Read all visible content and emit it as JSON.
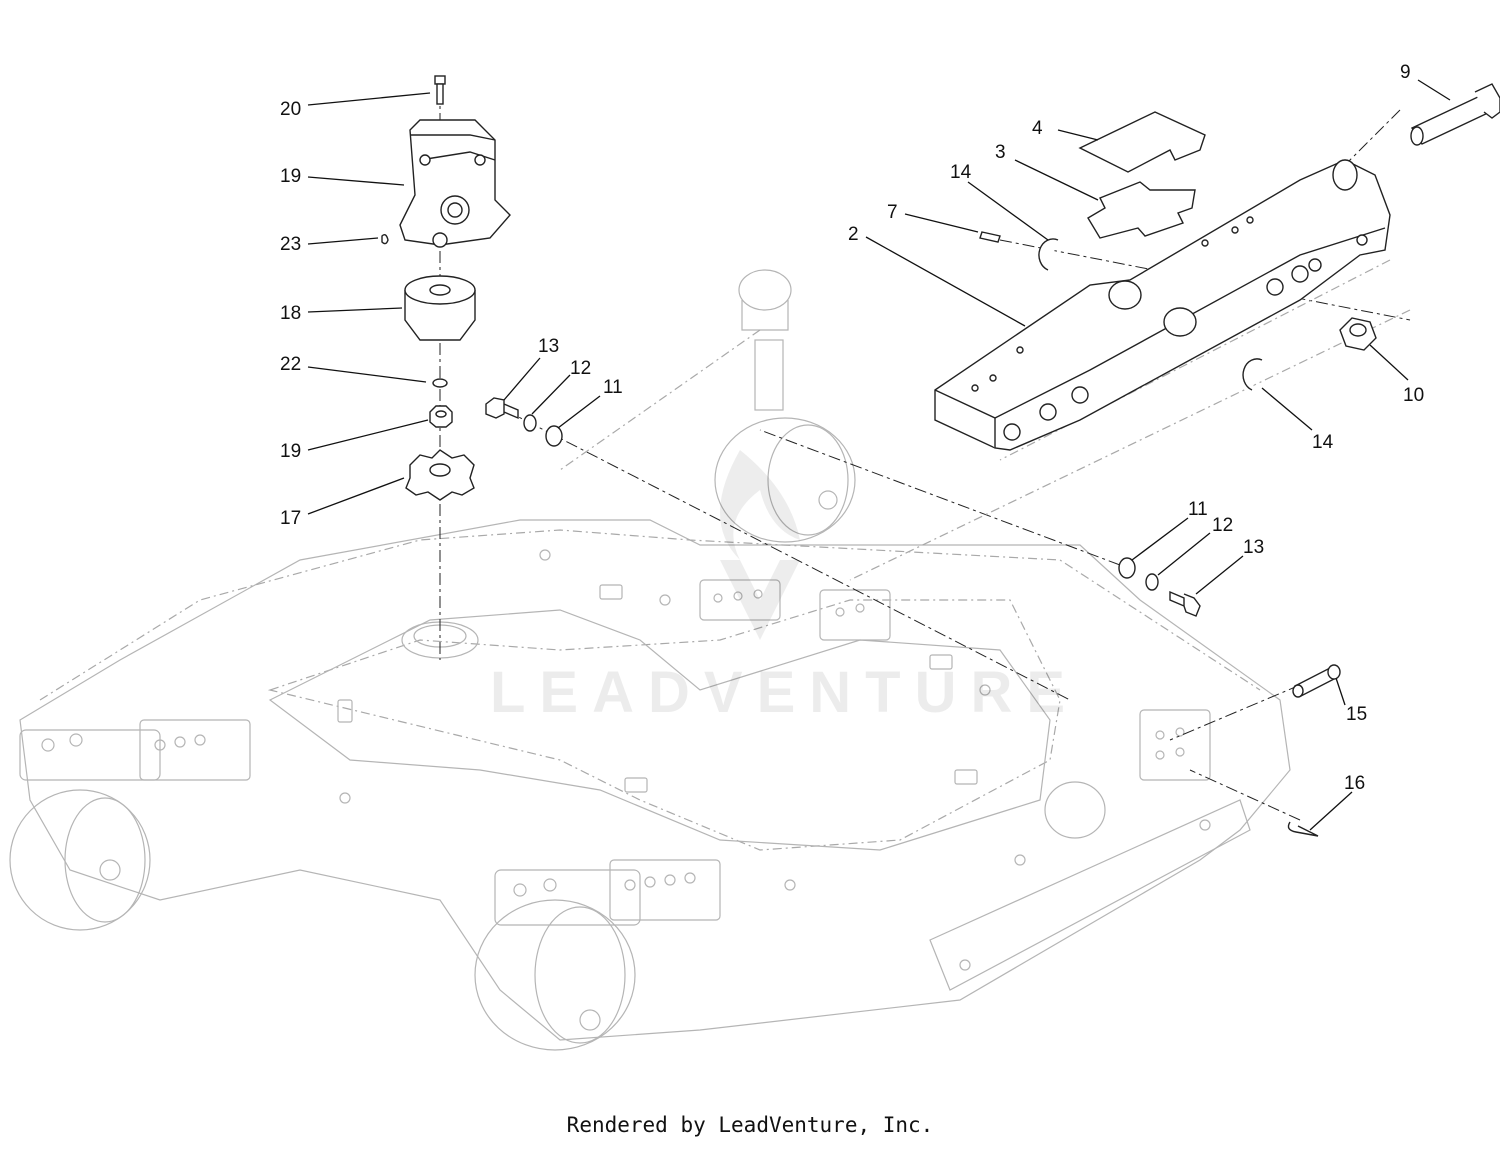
{
  "watermark": "LEADVENTURE",
  "footer": "Rendered by LeadVenture, Inc.",
  "callouts": [
    {
      "id": "c20",
      "label": "20"
    },
    {
      "id": "c19a",
      "label": "19"
    },
    {
      "id": "c23",
      "label": "23"
    },
    {
      "id": "c18",
      "label": "18"
    },
    {
      "id": "c22",
      "label": "22"
    },
    {
      "id": "c19b",
      "label": "19"
    },
    {
      "id": "c17",
      "label": "17"
    },
    {
      "id": "c13a",
      "label": "13"
    },
    {
      "id": "c12a",
      "label": "12"
    },
    {
      "id": "c11a",
      "label": "11"
    },
    {
      "id": "c9",
      "label": "9"
    },
    {
      "id": "c4",
      "label": "4"
    },
    {
      "id": "c3",
      "label": "3"
    },
    {
      "id": "c14a",
      "label": "14"
    },
    {
      "id": "c7",
      "label": "7"
    },
    {
      "id": "c2",
      "label": "2"
    },
    {
      "id": "c10",
      "label": "10"
    },
    {
      "id": "c14b",
      "label": "14"
    },
    {
      "id": "c11b",
      "label": "11"
    },
    {
      "id": "c12b",
      "label": "12"
    },
    {
      "id": "c13b",
      "label": "13"
    },
    {
      "id": "c15",
      "label": "15"
    },
    {
      "id": "c16",
      "label": "16"
    }
  ]
}
